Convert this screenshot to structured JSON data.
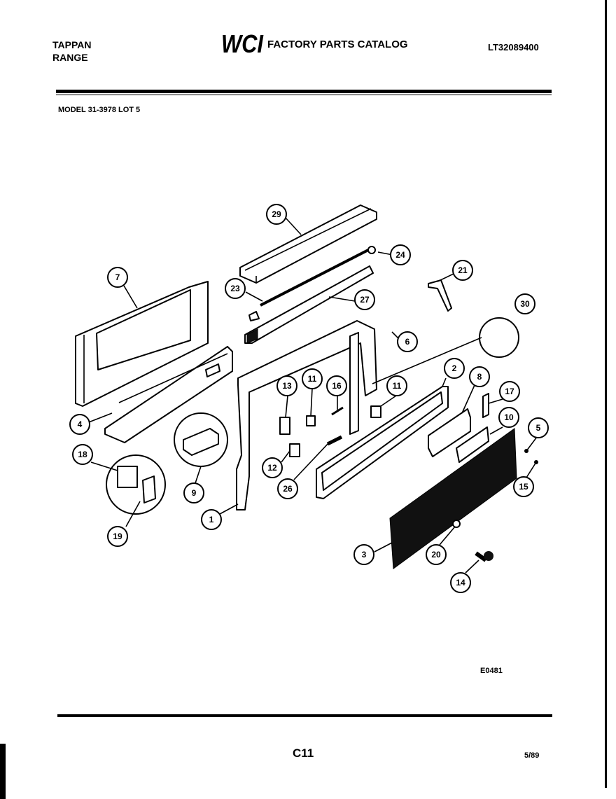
{
  "header": {
    "brand_line1": "TAPPAN",
    "brand_line2": "RANGE",
    "logo_text": "WCI",
    "catalog_title": "FACTORY PARTS CATALOG",
    "catalog_number": "LT32089400",
    "model": "MODEL 31-3978 LOT 5"
  },
  "diagram": {
    "callouts": [
      "29",
      "24",
      "7",
      "23",
      "27",
      "21",
      "30",
      "6",
      "4",
      "13",
      "11",
      "16",
      "11",
      "2",
      "8",
      "17",
      "10",
      "5",
      "18",
      "9",
      "12",
      "26",
      "15",
      "1",
      "19",
      "3",
      "20",
      "14"
    ]
  },
  "footer": {
    "reference": "E0481",
    "page": "C11",
    "date": "5/89"
  }
}
